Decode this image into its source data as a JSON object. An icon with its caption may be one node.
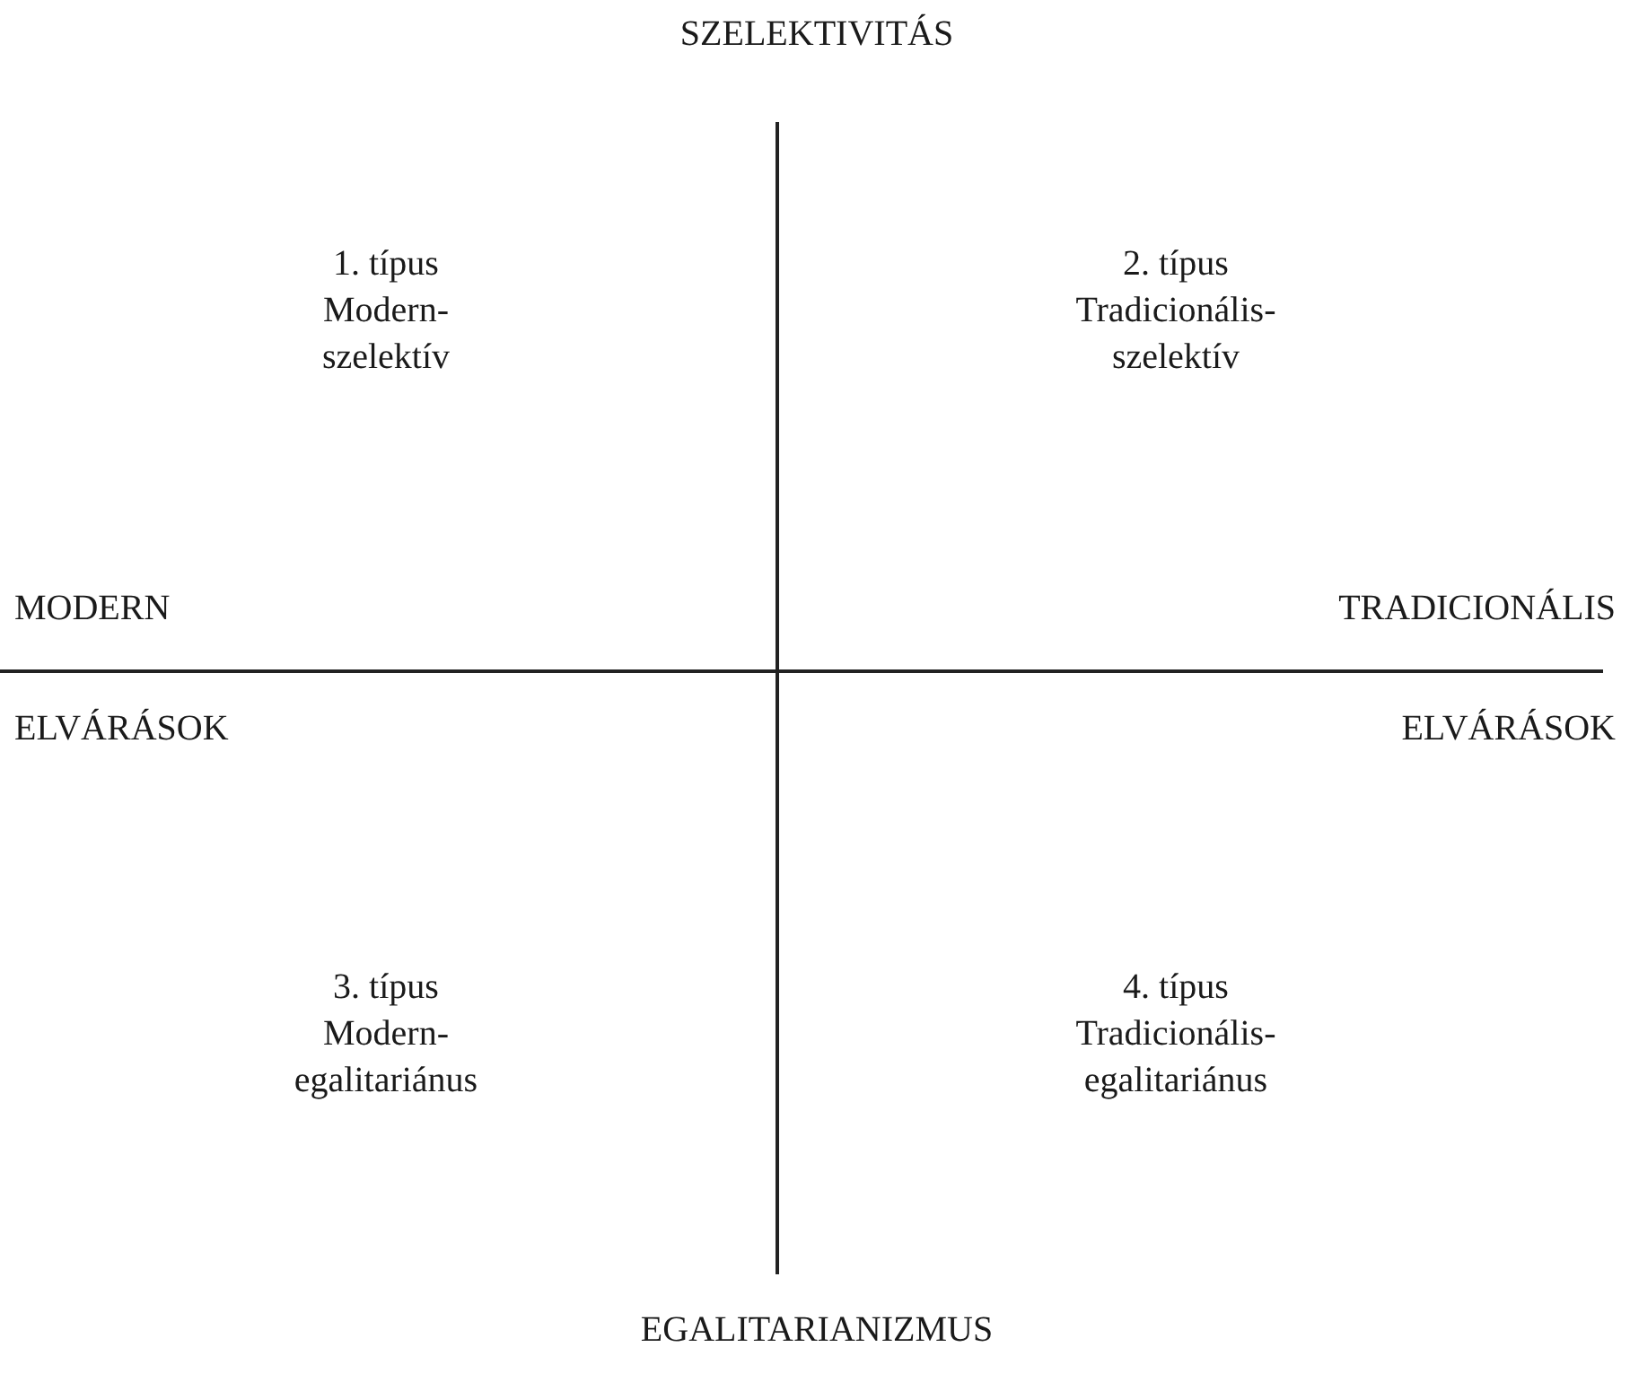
{
  "diagram": {
    "labels": [
      "SZELEKTIVITÁS",
      "1. típus",
      "Modern-szelektív",
      "2. típus",
      "Tradicionális-szelektív",
      "MODERN",
      "TRADICIONÁLIS",
      "ELVÁRÁSOK",
      "ELVÁRÁSOK",
      "3. típus",
      "Modern-egalitariánus",
      "4. típus",
      "Tradicionális-egalitariánus",
      "EGALITARIANIZMUS"
    ]
  }
}
